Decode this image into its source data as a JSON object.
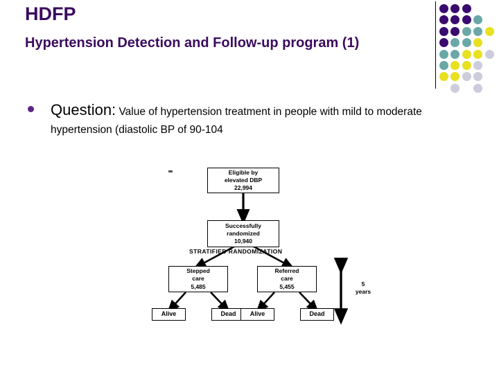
{
  "header": {
    "title": "HDFP",
    "subtitle": "Hypertension Detection and Follow-up program (1)",
    "title_color": "#3a0b5e",
    "divider_color": "#000000"
  },
  "decoration": {
    "name": "dot-grid",
    "colors": {
      "purple": "#3a0b6e",
      "teal": "#6aa8a8",
      "yellow": "#e8e020",
      "lavender": "#ccccdd"
    },
    "dots": [
      {
        "row": 0,
        "col": 0,
        "color": "purple"
      },
      {
        "row": 0,
        "col": 1,
        "color": "purple"
      },
      {
        "row": 0,
        "col": 2,
        "color": "purple"
      },
      {
        "row": 1,
        "col": 0,
        "color": "purple"
      },
      {
        "row": 1,
        "col": 1,
        "color": "purple"
      },
      {
        "row": 1,
        "col": 2,
        "color": "purple"
      },
      {
        "row": 1,
        "col": 3,
        "color": "teal"
      },
      {
        "row": 2,
        "col": 0,
        "color": "purple"
      },
      {
        "row": 2,
        "col": 1,
        "color": "purple"
      },
      {
        "row": 2,
        "col": 2,
        "color": "teal"
      },
      {
        "row": 2,
        "col": 3,
        "color": "teal"
      },
      {
        "row": 2,
        "col": 4,
        "color": "yellow"
      },
      {
        "row": 3,
        "col": 0,
        "color": "purple"
      },
      {
        "row": 3,
        "col": 1,
        "color": "teal"
      },
      {
        "row": 3,
        "col": 2,
        "color": "teal"
      },
      {
        "row": 3,
        "col": 3,
        "color": "yellow"
      },
      {
        "row": 4,
        "col": 0,
        "color": "teal"
      },
      {
        "row": 4,
        "col": 1,
        "color": "teal"
      },
      {
        "row": 4,
        "col": 2,
        "color": "yellow"
      },
      {
        "row": 4,
        "col": 3,
        "color": "yellow"
      },
      {
        "row": 4,
        "col": 4,
        "color": "lavender"
      },
      {
        "row": 5,
        "col": 0,
        "color": "teal"
      },
      {
        "row": 5,
        "col": 1,
        "color": "yellow"
      },
      {
        "row": 5,
        "col": 2,
        "color": "yellow"
      },
      {
        "row": 5,
        "col": 3,
        "color": "lavender"
      },
      {
        "row": 6,
        "col": 0,
        "color": "yellow"
      },
      {
        "row": 6,
        "col": 1,
        "color": "yellow"
      },
      {
        "row": 6,
        "col": 2,
        "color": "lavender"
      },
      {
        "row": 6,
        "col": 3,
        "color": "lavender"
      },
      {
        "row": 7,
        "col": 1,
        "color": "lavender"
      },
      {
        "row": 7,
        "col": 3,
        "color": "lavender"
      }
    ]
  },
  "body": {
    "bullet": {
      "label": "Question:",
      "text": " Value of hypertension treatment in people with mild to moderate hypertension (diastolic BP of 90-104",
      "bullet_color": "#5b2487"
    }
  },
  "flowchart": {
    "type": "diagram",
    "title": "",
    "stratification_label": "STRATIFIED RANDOMIZATION",
    "duration_label": "5\nyears",
    "duration_value": "5",
    "duration_unit": "years",
    "nodes": {
      "eligible": {
        "line1": "Eligible by",
        "line2": "elevated DBP",
        "value": "22,994"
      },
      "randomized": {
        "line1": "Successfully",
        "line2": "randomized",
        "value": "10,940"
      },
      "stepped": {
        "line1": "Stepped",
        "line2": "care",
        "value": "5,485"
      },
      "referred": {
        "line1": "Referred",
        "line2": "care",
        "value": "5,455"
      },
      "stepped_alive": {
        "label": "Alive"
      },
      "stepped_dead": {
        "label": "Dead"
      },
      "referred_alive": {
        "label": "Alive"
      },
      "referred_dead": {
        "label": "Dead"
      }
    }
  }
}
